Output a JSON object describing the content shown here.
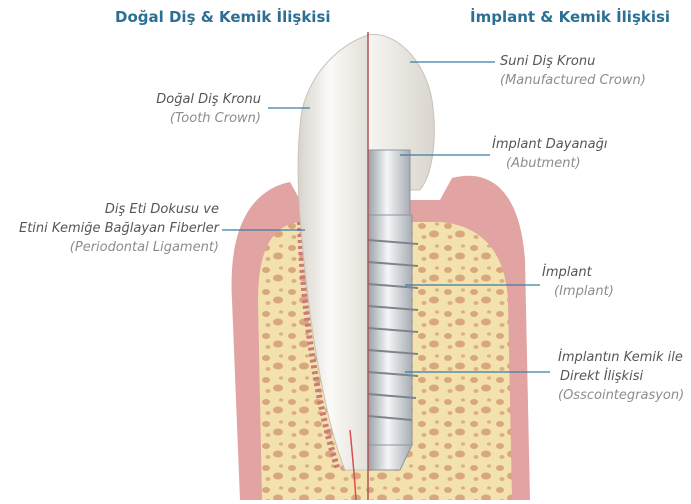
{
  "titles": {
    "left": "Doğal Diş & Kemik İlişkisi",
    "right": "İmplant & Kemik İlişkisi"
  },
  "labels": {
    "tooth_crown": {
      "tr": "Doğal Diş Kronu",
      "en": "(Tooth Crown)"
    },
    "periodontal": {
      "tr1": "Diş Eti Dokusu ve",
      "tr2": "Etini Kemiğe Bağlayan Fiberler",
      "en": "(Periodontal Ligament)"
    },
    "crown": {
      "tr": "Suni Diş Kronu",
      "en": "(Manufactured Crown)"
    },
    "abutment": {
      "tr": "İmplant Dayanağı",
      "en": "(Abutment)"
    },
    "implant": {
      "tr": "İmplant",
      "en": "(Implant)"
    },
    "osseo": {
      "tr1": "İmplantın Kemik ile",
      "tr2": "Direkt İlişkisi",
      "en": "(Osscointegrasyon)"
    }
  },
  "colors": {
    "title": "#2c6f95",
    "leader_line": "#3a7ca5",
    "gum": "#e2a3a3",
    "bone": "#f3e2ae",
    "tooth": "#f2f0ec",
    "metal": "#d6d9dc"
  }
}
